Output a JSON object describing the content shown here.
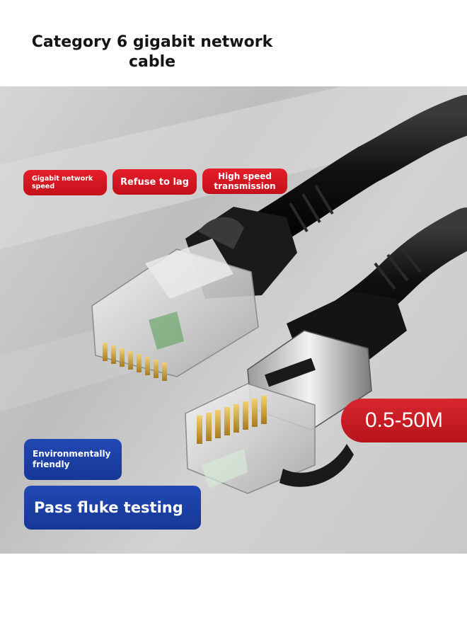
{
  "product": {
    "title": "Category 6 gigabit network\ncable"
  },
  "features_top": [
    {
      "label": "Gigabit network\nspeed"
    },
    {
      "label": "Refuse to lag"
    },
    {
      "label": "High speed\ntransmission"
    }
  ],
  "features_bottom": [
    {
      "label": "Environmentally\nfriendly"
    },
    {
      "label": "Pass fluke testing"
    }
  ],
  "length_badge": "0.5-50M",
  "colors": {
    "feature_red": "#d31721",
    "feature_blue": "#1d3fa6",
    "cable": "#151515",
    "background": "#c8c8c8"
  }
}
